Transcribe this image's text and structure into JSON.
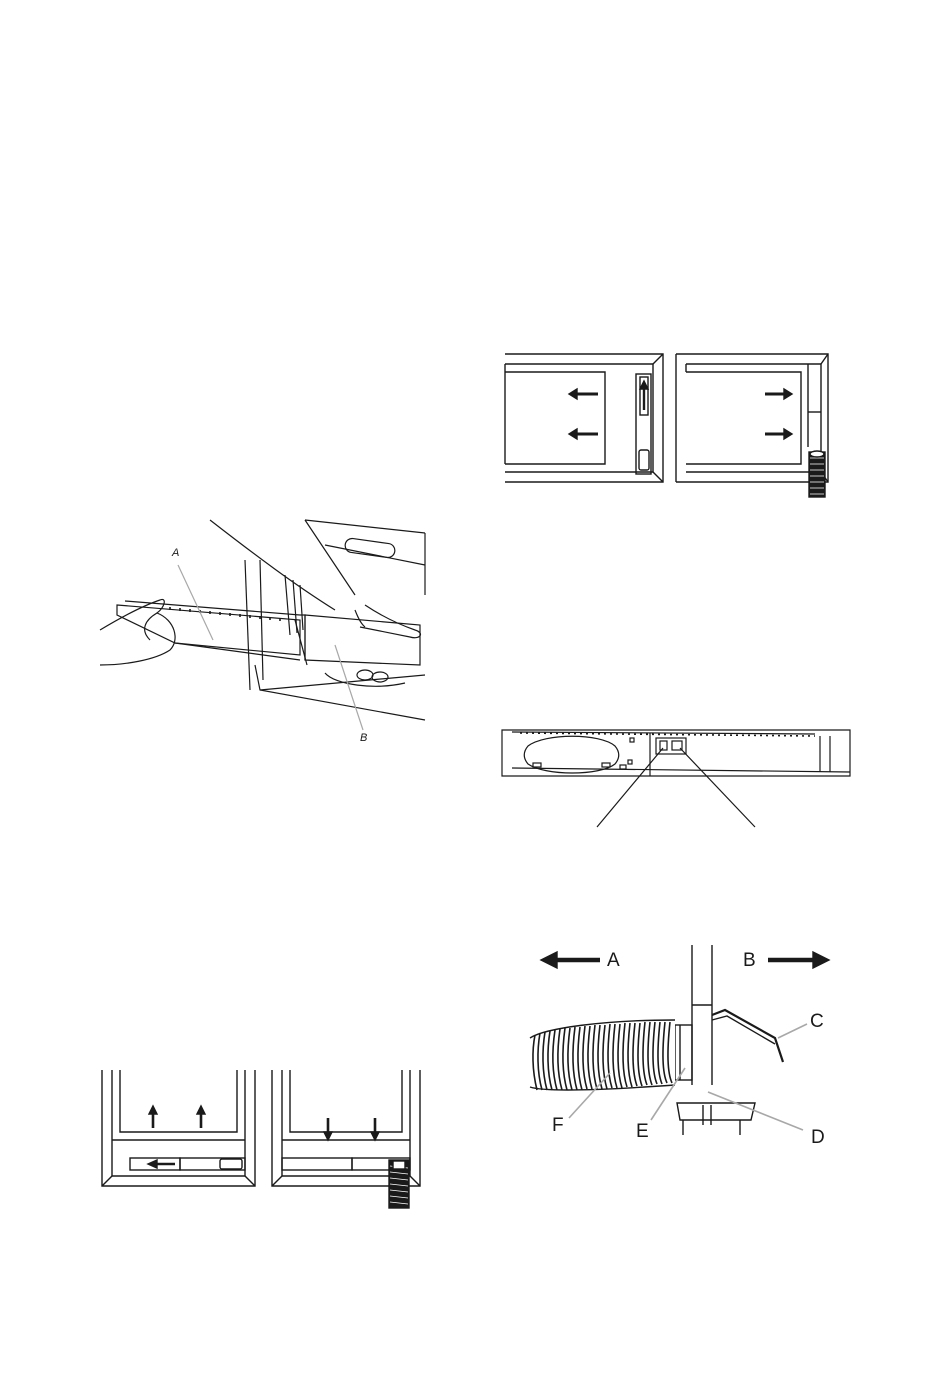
{
  "figures": {
    "slider_assembly": {
      "label_a": "A",
      "label_b": "B"
    },
    "hose_connection": {
      "label_a": "A",
      "label_b": "B",
      "label_c": "C",
      "label_d": "D",
      "label_e": "E",
      "label_f": "F"
    }
  },
  "icons": {
    "arrow": "arrow-icon",
    "hose": "exhaust-hose-icon",
    "hand": "hand-icon"
  },
  "colors": {
    "line": "#1a1a1a",
    "leader": "#a8a8a8"
  }
}
